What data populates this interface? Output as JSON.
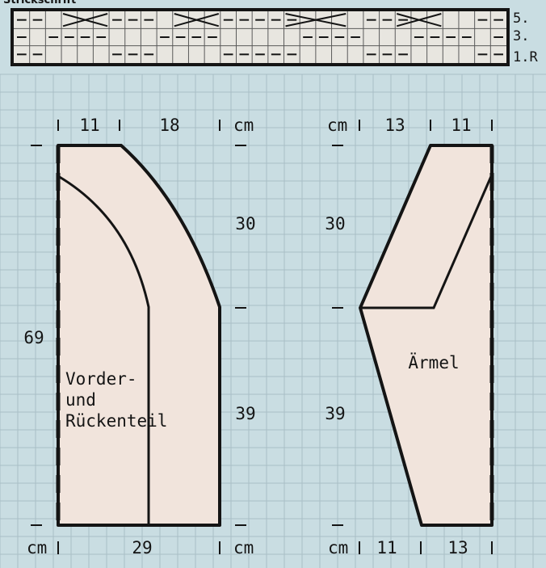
{
  "colors": {
    "background": "#c9dde2",
    "grid": "#a9bfc6",
    "piece_fill": "#f1e4dc",
    "chart_fill": "#e8e6e0",
    "ink": "#141414"
  },
  "stitch_chart": {
    "title": "Strickschrift",
    "row_labels": [
      "5.",
      "3.",
      "1.R"
    ]
  },
  "body_piece": {
    "label_lines": [
      "Vorder-",
      "und",
      "Rückenteil"
    ],
    "top_widths": [
      "11",
      "18"
    ],
    "top_unit": "cm",
    "heights": [
      "30",
      "39"
    ],
    "total_height": "69",
    "right_unit": "cm",
    "bottom_width": "29",
    "bottom_unit_left": "cm",
    "bottom_unit_right": "cm"
  },
  "sleeve_piece": {
    "label": "Ärmel",
    "top_unit": "cm",
    "top_widths": [
      "13",
      "11"
    ],
    "heights": [
      "30",
      "39"
    ],
    "bottom_unit": "cm",
    "bottom_widths": [
      "11",
      "13"
    ]
  }
}
